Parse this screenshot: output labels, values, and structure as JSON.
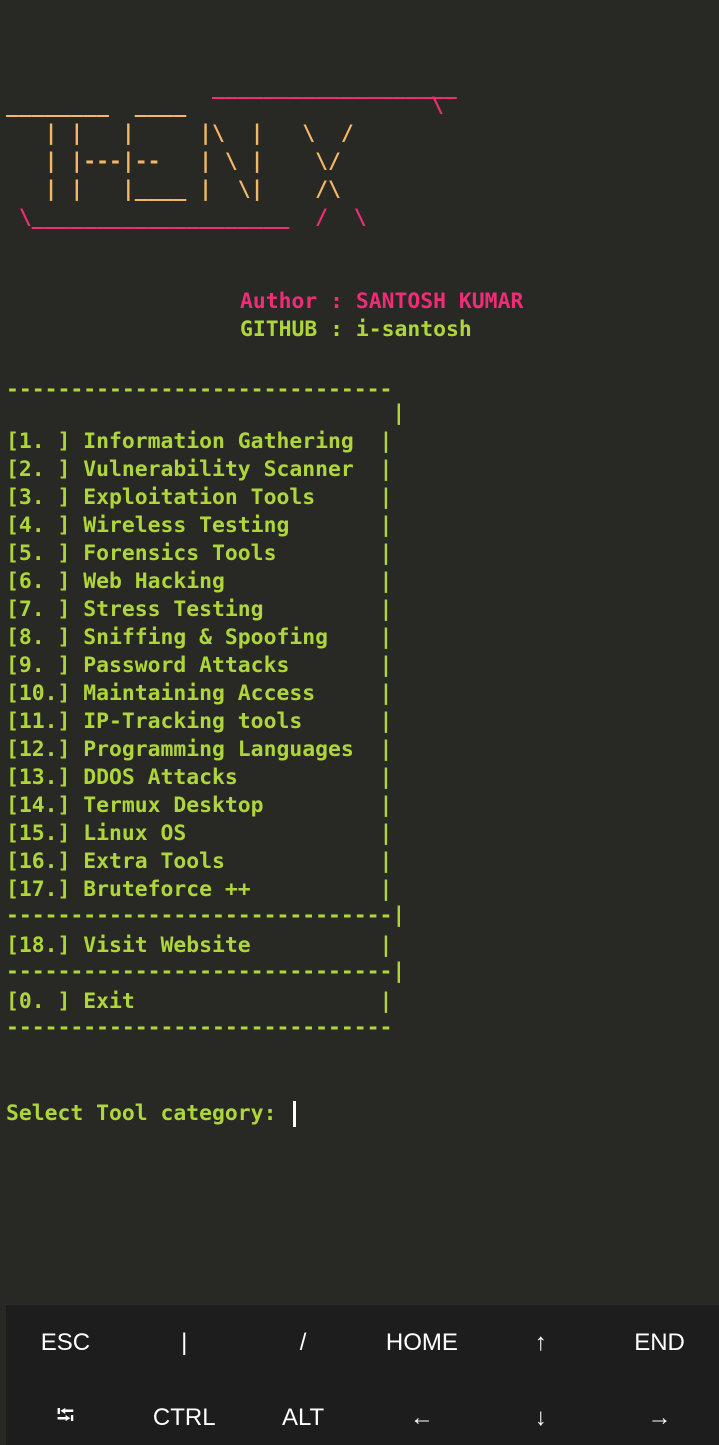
{
  "banner": {
    "art_lines": [
      {
        "text": "                ___________________",
        "color": "pink"
      },
      {
        "text": "________  ____                   ",
        "color": "orange",
        "extra": "\\",
        "extra_color": "pink"
      },
      {
        "text": "   | |   |     |\\  |   \\  /",
        "color": "orange"
      },
      {
        "text": "   | |---|--   | \\ |    \\/",
        "color": "orange"
      },
      {
        "text": "   | |   |____ |  \\|    /\\",
        "color": "orange"
      },
      {
        "text": " \\____________________  /  \\",
        "color": "orange",
        "prefix_color": "pink"
      }
    ]
  },
  "credits": {
    "author": "Author : SANTOSH KUMAR",
    "github": "GITHUB : i-santosh"
  },
  "menu": {
    "top_border": "------------------------------",
    "blank_right": "                              |",
    "items": [
      "[1. ] Information Gathering  |",
      "[2. ] Vulnerability Scanner  |",
      "[3. ] Exploitation Tools     |",
      "[4. ] Wireless Testing       |",
      "[5. ] Forensics Tools        |",
      "[6. ] Web Hacking            |",
      "[7. ] Stress Testing         |",
      "[8. ] Sniffing & Spoofing    |",
      "[9. ] Password Attacks       |",
      "[10.] Maintaining Access     |",
      "[11.] IP-Tracking tools      |",
      "[12.] Programming Languages  |",
      "[13.] DDOS Attacks           |",
      "[14.] Termux Desktop         |",
      "[15.] Linux OS               |",
      "[16.] Extra Tools            |",
      "[17.] Bruteforce ++          |"
    ],
    "separator": "------------------------------|",
    "visit": "[18.] Visit Website          |",
    "exit": "[0. ] Exit                   |",
    "bottom_border": "------------------------------"
  },
  "prompt": {
    "text": "Select Tool category: "
  },
  "extra_keys": {
    "row1": [
      "ESC",
      "|",
      "/",
      "HOME",
      "↑",
      "END"
    ],
    "row2": [
      "⭾",
      "CTRL",
      "ALT",
      "←",
      "↓",
      "→"
    ]
  }
}
